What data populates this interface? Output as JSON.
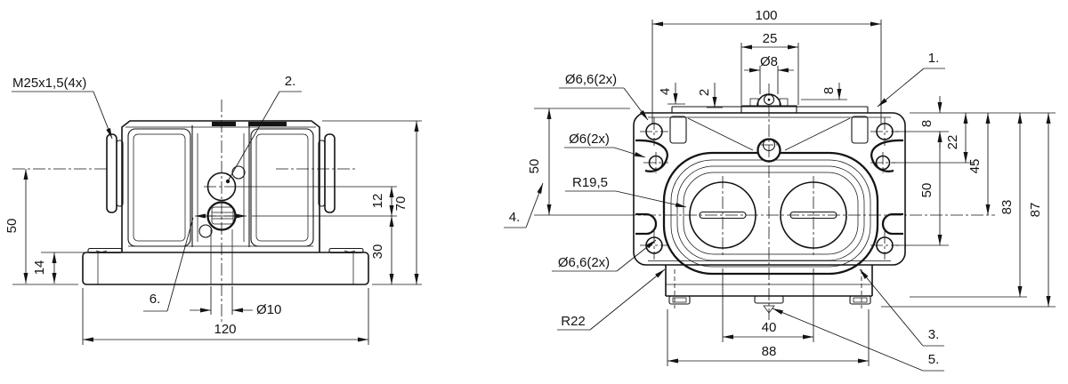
{
  "drawing": {
    "description": "two-view engineering drawing of terminal enclosure",
    "line_color": "#141414",
    "background": "#ffffff"
  },
  "front_view": {
    "callouts": {
      "gland": "M25x1,5(4x)",
      "pos2": "2.",
      "pos6": "6."
    },
    "dims": {
      "h50": "50",
      "h14": "14",
      "w120": "120",
      "d10": "Ø10",
      "h12": "12",
      "h30": "30",
      "h70": "70"
    }
  },
  "top_view": {
    "callouts": {
      "pos1": "1.",
      "pos3": "3.",
      "pos4": "4.",
      "pos5": "5.",
      "hole66_top": "Ø6,6(2x)",
      "hole6": "Ø6(2x)",
      "r195": "R19,5",
      "hole66_bot": "Ø6,6(2x)",
      "r22": "R22"
    },
    "dims": {
      "w100": "100",
      "w25": "25",
      "d8": "Ø8",
      "t4": "4",
      "t2": "2",
      "t8": "8",
      "r8": "8",
      "r22v": "22",
      "r45": "45",
      "r50": "50",
      "l50": "50",
      "r83": "83",
      "r87": "87",
      "w40": "40",
      "w88": "88"
    }
  }
}
